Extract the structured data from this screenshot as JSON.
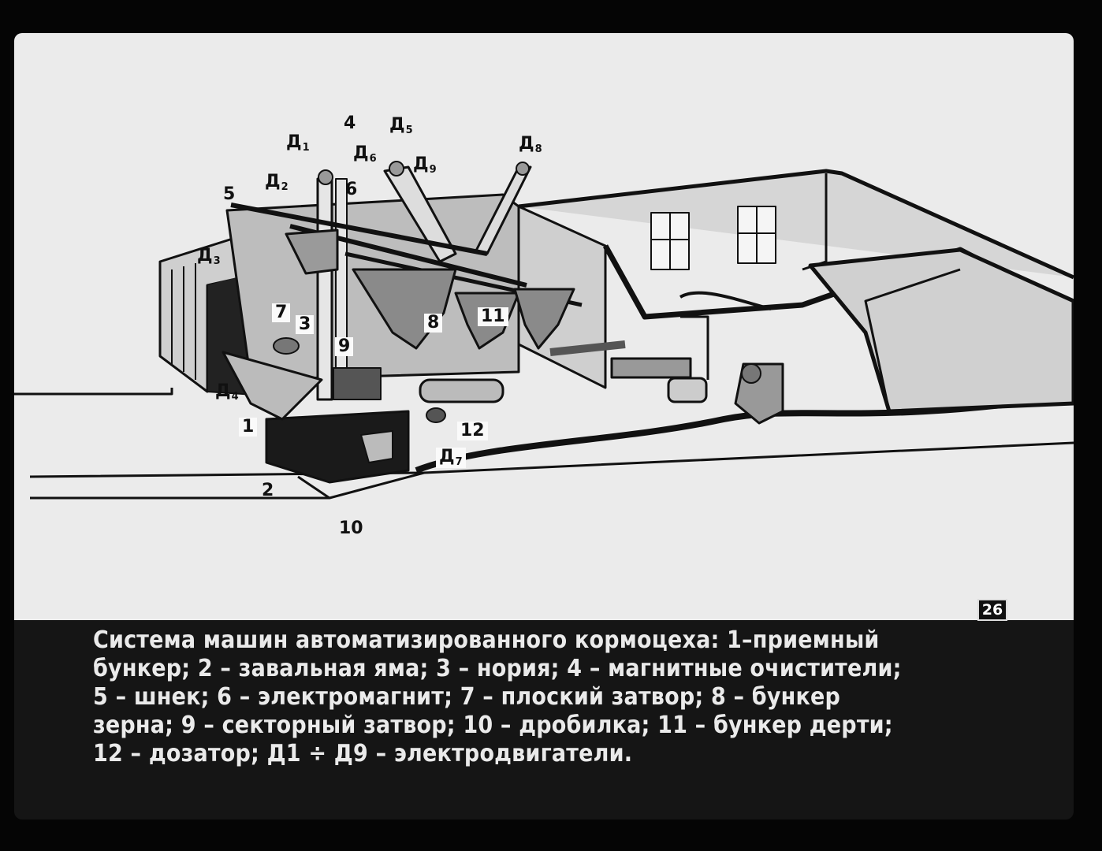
{
  "slide_number": "26",
  "caption_lines": [
    "Система машин автоматизированного кормоцеха: 1–приемный",
    "бункер; 2 – завальная яма; 3 – нория; 4 – магнитные очистители;",
    "5 – шнек; 6 – электромагнит; 7 – плоский затвор; 8 – бункер",
    "зерна; 9 – секторный затвор; 10 – дробилка; 11 – бункер дерти;",
    "12 – дозатор; Д1 ÷ Д9 – электродвигатели."
  ],
  "labels": {
    "n1": "1",
    "n2": "2",
    "n3": "3",
    "n4": "4",
    "n5": "5",
    "n6": "6",
    "n7": "7",
    "n8": "8",
    "n9": "9",
    "n10": "10",
    "n11": "11",
    "n12": "12",
    "d_letter": "Д",
    "d1": "1",
    "d2": "2",
    "d3": "3",
    "d4": "4",
    "d5": "5",
    "d6": "6",
    "d7": "7",
    "d8": "8",
    "d9": "9"
  }
}
